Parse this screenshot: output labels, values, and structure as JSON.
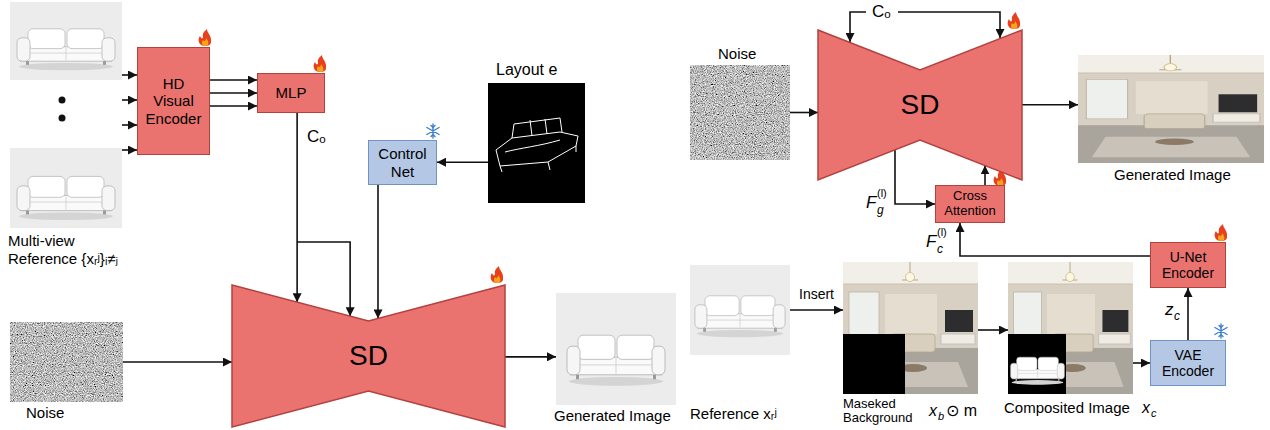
{
  "diagram": {
    "nodes": [
      {
        "text": [
          "Multi-view Reference {xᵣʲ}ᵢ≠ⱼ"
        ]
      },
      {
        "text": [
          "HD Visual Encoder"
        ]
      },
      {
        "text": [
          "MLP"
        ]
      },
      {
        "text": [
          "Layout e"
        ]
      },
      {
        "text": [
          "Control Net"
        ]
      },
      {
        "text": [
          "Noise"
        ]
      },
      {
        "text": [
          "SD"
        ]
      },
      {
        "text": [
          "Generated Image"
        ]
      },
      {
        "text": [
          "Noise"
        ]
      },
      {
        "text": [
          "SD"
        ]
      },
      {
        "text": [
          "Generated Image"
        ]
      },
      {
        "text": [
          "Cross Attention"
        ]
      },
      {
        "text": [
          "U-Net Encoder"
        ]
      },
      {
        "text": [
          "VAE Encoder"
        ]
      },
      {
        "text": [
          "Reference xᵣʲ"
        ]
      },
      {
        "text": [
          "Maseked Background",
          "x",
          "b",
          "⊙ m"
        ]
      },
      {
        "text": [
          "Composited Image",
          "x",
          "c"
        ]
      }
    ],
    "edges": [
      {
        "from": 0,
        "to": 1,
        "arrow": "to"
      },
      {
        "from": 1,
        "to": 2,
        "arrow": "to"
      },
      {
        "from": 2,
        "to": 6,
        "arrow": "to",
        "label": "Cₒ"
      },
      {
        "from": 3,
        "to": 4,
        "arrow": "to"
      },
      {
        "from": 4,
        "to": 6,
        "arrow": "to"
      },
      {
        "from": 5,
        "to": 6,
        "arrow": "to"
      },
      {
        "from": 6,
        "to": 7,
        "arrow": "to"
      },
      {
        "from": 8,
        "to": 9,
        "arrow": "to"
      },
      {
        "from": 9,
        "to": 10,
        "arrow": "to"
      },
      {
        "from": 9,
        "to": 11,
        "arrow": "to"
      },
      {
        "from": 11,
        "to": 9,
        "arrow": "to"
      },
      {
        "from": 12,
        "to": 11,
        "arrow": "to"
      },
      {
        "from": 13,
        "to": 12,
        "arrow": "to"
      },
      {
        "from": 14,
        "to": 15,
        "arrow": "to",
        "label": "Insert"
      },
      {
        "from": 15,
        "to": 16,
        "arrow": "to"
      },
      {
        "from": 16,
        "to": 13,
        "arrow": "to"
      }
    ],
    "labels": [
      "Cₒ",
      "F",
      "g",
      "(l)",
      "F",
      "c",
      "(l)",
      "z",
      "c"
    ]
  }
}
